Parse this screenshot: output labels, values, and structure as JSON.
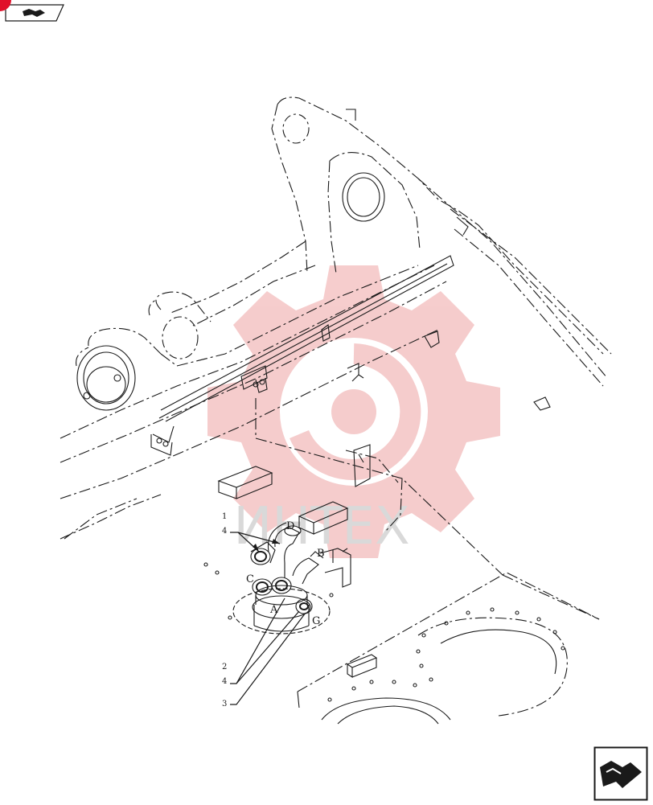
{
  "colors": {
    "line": "#1a1a1a",
    "watermark": "#f4c4c4",
    "watermark_text": "#d9d9d9",
    "badge": "#e0102a"
  },
  "icons": {
    "top_nav": "next-page-arrow-icon",
    "bottom_nav": "next-page-arrow-icon"
  },
  "watermark": {
    "text": "ИНТЕХ"
  },
  "callouts": {
    "item_1": "1",
    "item_4a": "4",
    "item_2": "2",
    "item_4b": "4",
    "item_3": "3"
  },
  "ports": {
    "D": "D",
    "B": "B",
    "C": "C",
    "A": "A",
    "G": "G"
  }
}
